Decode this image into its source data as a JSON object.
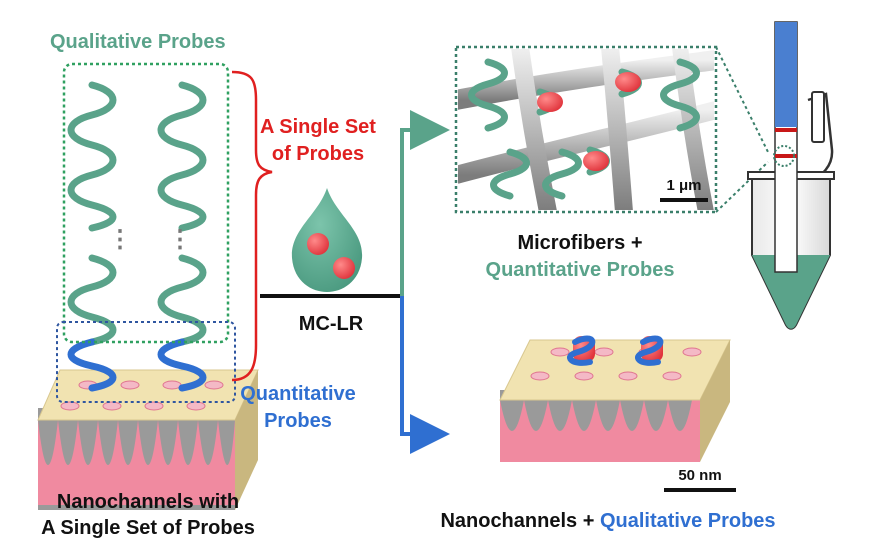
{
  "labels": {
    "qualitative_probes": "Qualitative Probes",
    "single_set_line1": "A Single Set",
    "single_set_line2": "of Probes",
    "quantitative_probes_line1": "Quantitative",
    "quantitative_probes_line2": "Probes",
    "analyte": "MC-LR",
    "microfibers_line1": "Microfibers +",
    "microfibers_line2": "Quantitative Probes",
    "nanochannels_line1": "Nanochannels with",
    "nanochannels_line2": "A Single Set of Probes",
    "bottom_prefix": "Nanochannels + ",
    "bottom_suffix": "Qualitative Probes",
    "scale_micro": "1 μm",
    "scale_nano": "50 nm",
    "ellipsis": "⋮"
  },
  "colors": {
    "green": "#5aa38a",
    "green_dark": "#3f7f68",
    "red": "#e02020",
    "blue": "#2f6fd1",
    "pink": "#f08aa0",
    "beige": "#f1e3b1",
    "grey": "#9a9a9a"
  }
}
